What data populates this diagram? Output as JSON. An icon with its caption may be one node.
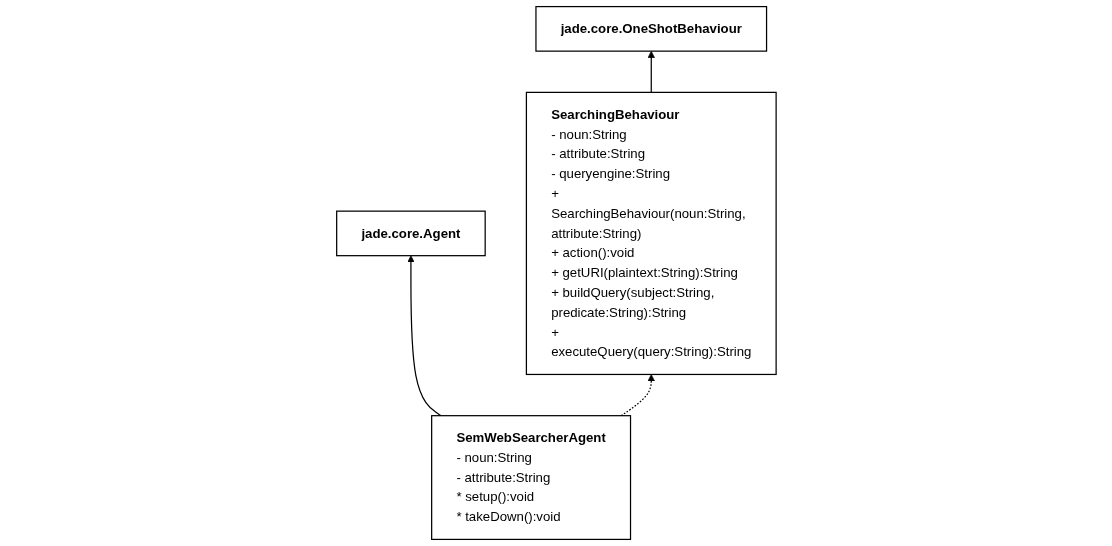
{
  "diagram": {
    "nodes": [
      {
        "text": [
          "jade.core.Agent"
        ]
      },
      {
        "text": [
          "jade.core.OneShotBehaviour"
        ]
      },
      {
        "text": [
          "SemWebSearcherAgent",
          "- noun:String",
          "- attribute:String",
          "* setup():void",
          "* takeDown():void"
        ]
      },
      {
        "text": [
          "SearchingBehaviour",
          "- noun:String",
          "- attribute:String",
          "- queryengine:String",
          "+ SearchingBehaviour(noun:String, attribute:String)",
          "+ action():void",
          "+ getURI(plaintext:String):String",
          "+ buildQuery(subject:String, predicate:String):String",
          "+ executeQuery(query:String):String"
        ]
      }
    ],
    "edges": [
      {
        "from": 2,
        "to": 0,
        "arrow": "to"
      },
      {
        "from": 3,
        "to": 1,
        "arrow": "to"
      },
      {
        "from": 2,
        "to": 3,
        "arrow": "to",
        "style": "dashed"
      }
    ]
  }
}
